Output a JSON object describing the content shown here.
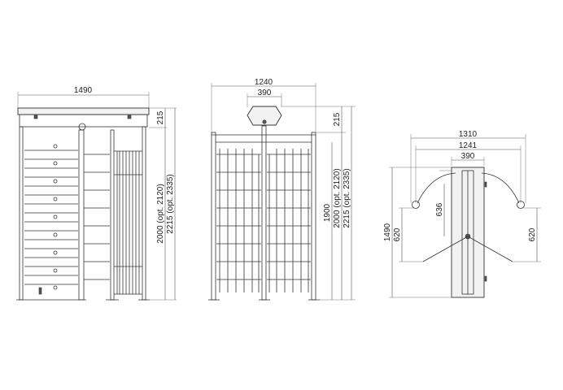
{
  "front_view": {
    "width_dim": "1490",
    "top_dim": "215",
    "height_dim_1": "2000 (opt. 2120)",
    "height_dim_2": "2215 (opt. 2335)"
  },
  "side_view": {
    "width_dim": "1240",
    "reader_dim": "390",
    "top_dim": "215",
    "passage_dim": "1900",
    "height_dim_1": "2000 (opt. 2120)",
    "height_dim_2": "2215 (opt. 2335)"
  },
  "top_view": {
    "outer_dim": "1310",
    "inner_dim": "1241",
    "center_dim": "390",
    "arm_dim": "636",
    "depth_dim": "1490",
    "left_half_dim": "620",
    "right_half_dim": "620"
  }
}
